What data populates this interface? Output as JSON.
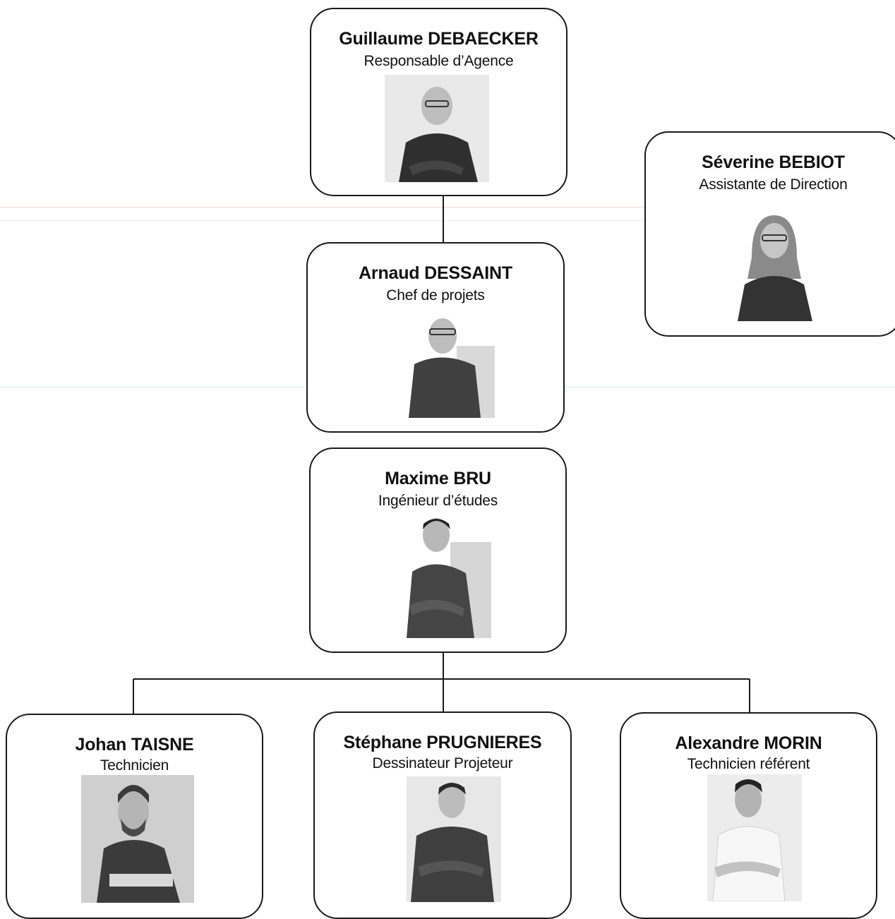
{
  "colors": {
    "border": "#1a1a1a",
    "connector": "#1a1a1a",
    "photo_bg": "#e9e9e9",
    "photo_bg_grey": "#cfcfcf",
    "skin": "#bdbdbd",
    "shirt_dark": "#3a3a3a",
    "shirt_light": "#f2f2f2"
  },
  "people": [
    {
      "id": "debaecker",
      "name": "Guillaume DEBAECKER",
      "role": "Responsable d’Agence",
      "photo": "portrait-photo"
    },
    {
      "id": "bebiot",
      "name": "Séverine BEBIOT",
      "role": "Assistante de Direction",
      "photo": "portrait-photo"
    },
    {
      "id": "dessaint",
      "name": "Arnaud DESSAINT",
      "role": "Chef de projets",
      "photo": "portrait-photo"
    },
    {
      "id": "bru",
      "name": "Maxime BRU",
      "role": "Ingénieur d’études",
      "photo": "portrait-photo"
    },
    {
      "id": "taisne",
      "name": "Johan TAISNE",
      "role": "Technicien",
      "photo": "portrait-photo"
    },
    {
      "id": "prugnieres",
      "name": "Stéphane PRUGNIERES",
      "role": "Dessinateur Projeteur",
      "photo": "portrait-photo"
    },
    {
      "id": "morin",
      "name": "Alexandre MORIN",
      "role": "Technicien référent",
      "photo": "portrait-photo"
    }
  ]
}
